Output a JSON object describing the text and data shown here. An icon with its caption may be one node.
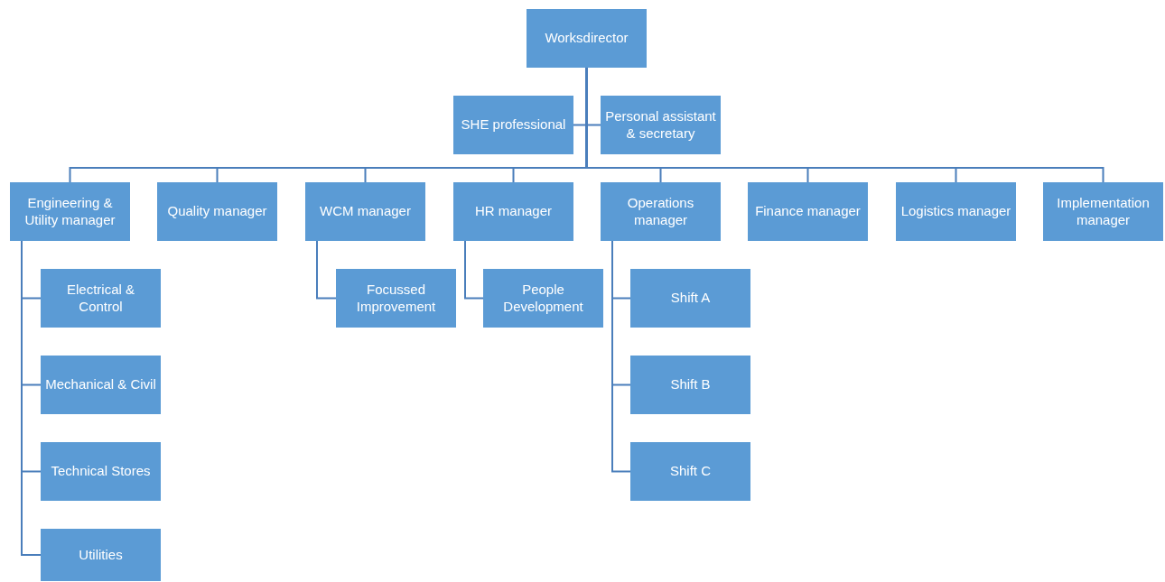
{
  "diagram": {
    "nodes": [
      {
        "text": [
          "Worksdirector"
        ]
      },
      {
        "text": [
          "SHE professional"
        ]
      },
      {
        "text": [
          "Personal assistant & secretary"
        ]
      },
      {
        "text": [
          "Engineering & Utility manager"
        ]
      },
      {
        "text": [
          "Quality manager"
        ]
      },
      {
        "text": [
          "WCM manager"
        ]
      },
      {
        "text": [
          "HR manager"
        ]
      },
      {
        "text": [
          "Operations manager"
        ]
      },
      {
        "text": [
          "Finance manager"
        ]
      },
      {
        "text": [
          "Logistics manager"
        ]
      },
      {
        "text": [
          "Implementation manager"
        ]
      },
      {
        "text": [
          "Electrical & Control"
        ]
      },
      {
        "text": [
          "Mechanical & Civil"
        ]
      },
      {
        "text": [
          "Technical Stores"
        ]
      },
      {
        "text": [
          "Utilities"
        ]
      },
      {
        "text": [
          "Focussed Improvement"
        ]
      },
      {
        "text": [
          "People Development"
        ]
      },
      {
        "text": [
          "Shift A"
        ]
      },
      {
        "text": [
          "Shift B"
        ]
      },
      {
        "text": [
          "Shift C"
        ]
      }
    ],
    "edges": [
      {
        "from": 0,
        "to": 1,
        "arrow": "none"
      },
      {
        "from": 0,
        "to": 2,
        "arrow": "none"
      },
      {
        "from": 0,
        "to": 3,
        "arrow": "none"
      },
      {
        "from": 0,
        "to": 4,
        "arrow": "none"
      },
      {
        "from": 0,
        "to": 5,
        "arrow": "none"
      },
      {
        "from": 0,
        "to": 6,
        "arrow": "none"
      },
      {
        "from": 0,
        "to": 7,
        "arrow": "none"
      },
      {
        "from": 0,
        "to": 8,
        "arrow": "none"
      },
      {
        "from": 0,
        "to": 9,
        "arrow": "none"
      },
      {
        "from": 0,
        "to": 10,
        "arrow": "none"
      },
      {
        "from": 3,
        "to": 11,
        "arrow": "none"
      },
      {
        "from": 3,
        "to": 12,
        "arrow": "none"
      },
      {
        "from": 3,
        "to": 13,
        "arrow": "none"
      },
      {
        "from": 3,
        "to": 14,
        "arrow": "none"
      },
      {
        "from": 5,
        "to": 15,
        "arrow": "none"
      },
      {
        "from": 6,
        "to": 16,
        "arrow": "none"
      },
      {
        "from": 7,
        "to": 17,
        "arrow": "none"
      },
      {
        "from": 7,
        "to": 18,
        "arrow": "none"
      },
      {
        "from": 7,
        "to": 19,
        "arrow": "none"
      }
    ]
  }
}
